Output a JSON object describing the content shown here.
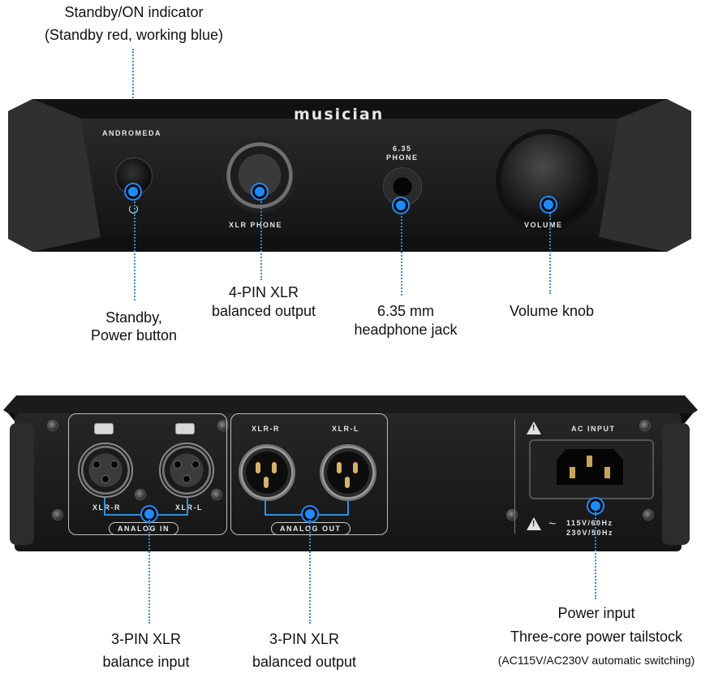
{
  "front": {
    "brand": "musician",
    "model": "ANDROMEDA",
    "xlr_phone_label": "XLR PHONE",
    "jack_label_top": "6.35",
    "jack_label_bottom": "PHONE",
    "volume_label": "VOLUME"
  },
  "rear": {
    "analog_in": {
      "label": "ANALOG IN",
      "xlr_r": "XLR-R",
      "xlr_l": "XLR-L"
    },
    "analog_out": {
      "label": "ANALOG OUT",
      "xlr_r": "XLR-R",
      "xlr_l": "XLR-L"
    },
    "ac_input": {
      "label": "AC INPUT",
      "spec_1": "115V/60Hz",
      "spec_2": "230V/50Hz"
    }
  },
  "callouts": {
    "indicator_line1": "Standby/ON indicator",
    "indicator_line2": "(Standby red, working blue)",
    "power_line1": "Standby,",
    "power_line2": "Power button",
    "xlr4_line1": "4-PIN XLR",
    "xlr4_line2": "balanced output",
    "jack_line1": "6.35 mm",
    "jack_line2": "headphone jack",
    "volume": "Volume knob",
    "in_line1": "3-PIN XLR",
    "in_line2": "balance input",
    "out_line1": "3-PIN XLR",
    "out_line2": "balanced output",
    "power_in_line1": "Power input",
    "power_in_line2": "Three-core power tailstock",
    "power_in_line3": "(AC115V/AC230V automatic switching)"
  },
  "colors": {
    "accent": "#1d8cff",
    "chassis": "#1a1a1a",
    "lead": "#2f8fd6"
  },
  "icons": [
    "power-icon",
    "warning-icon"
  ]
}
